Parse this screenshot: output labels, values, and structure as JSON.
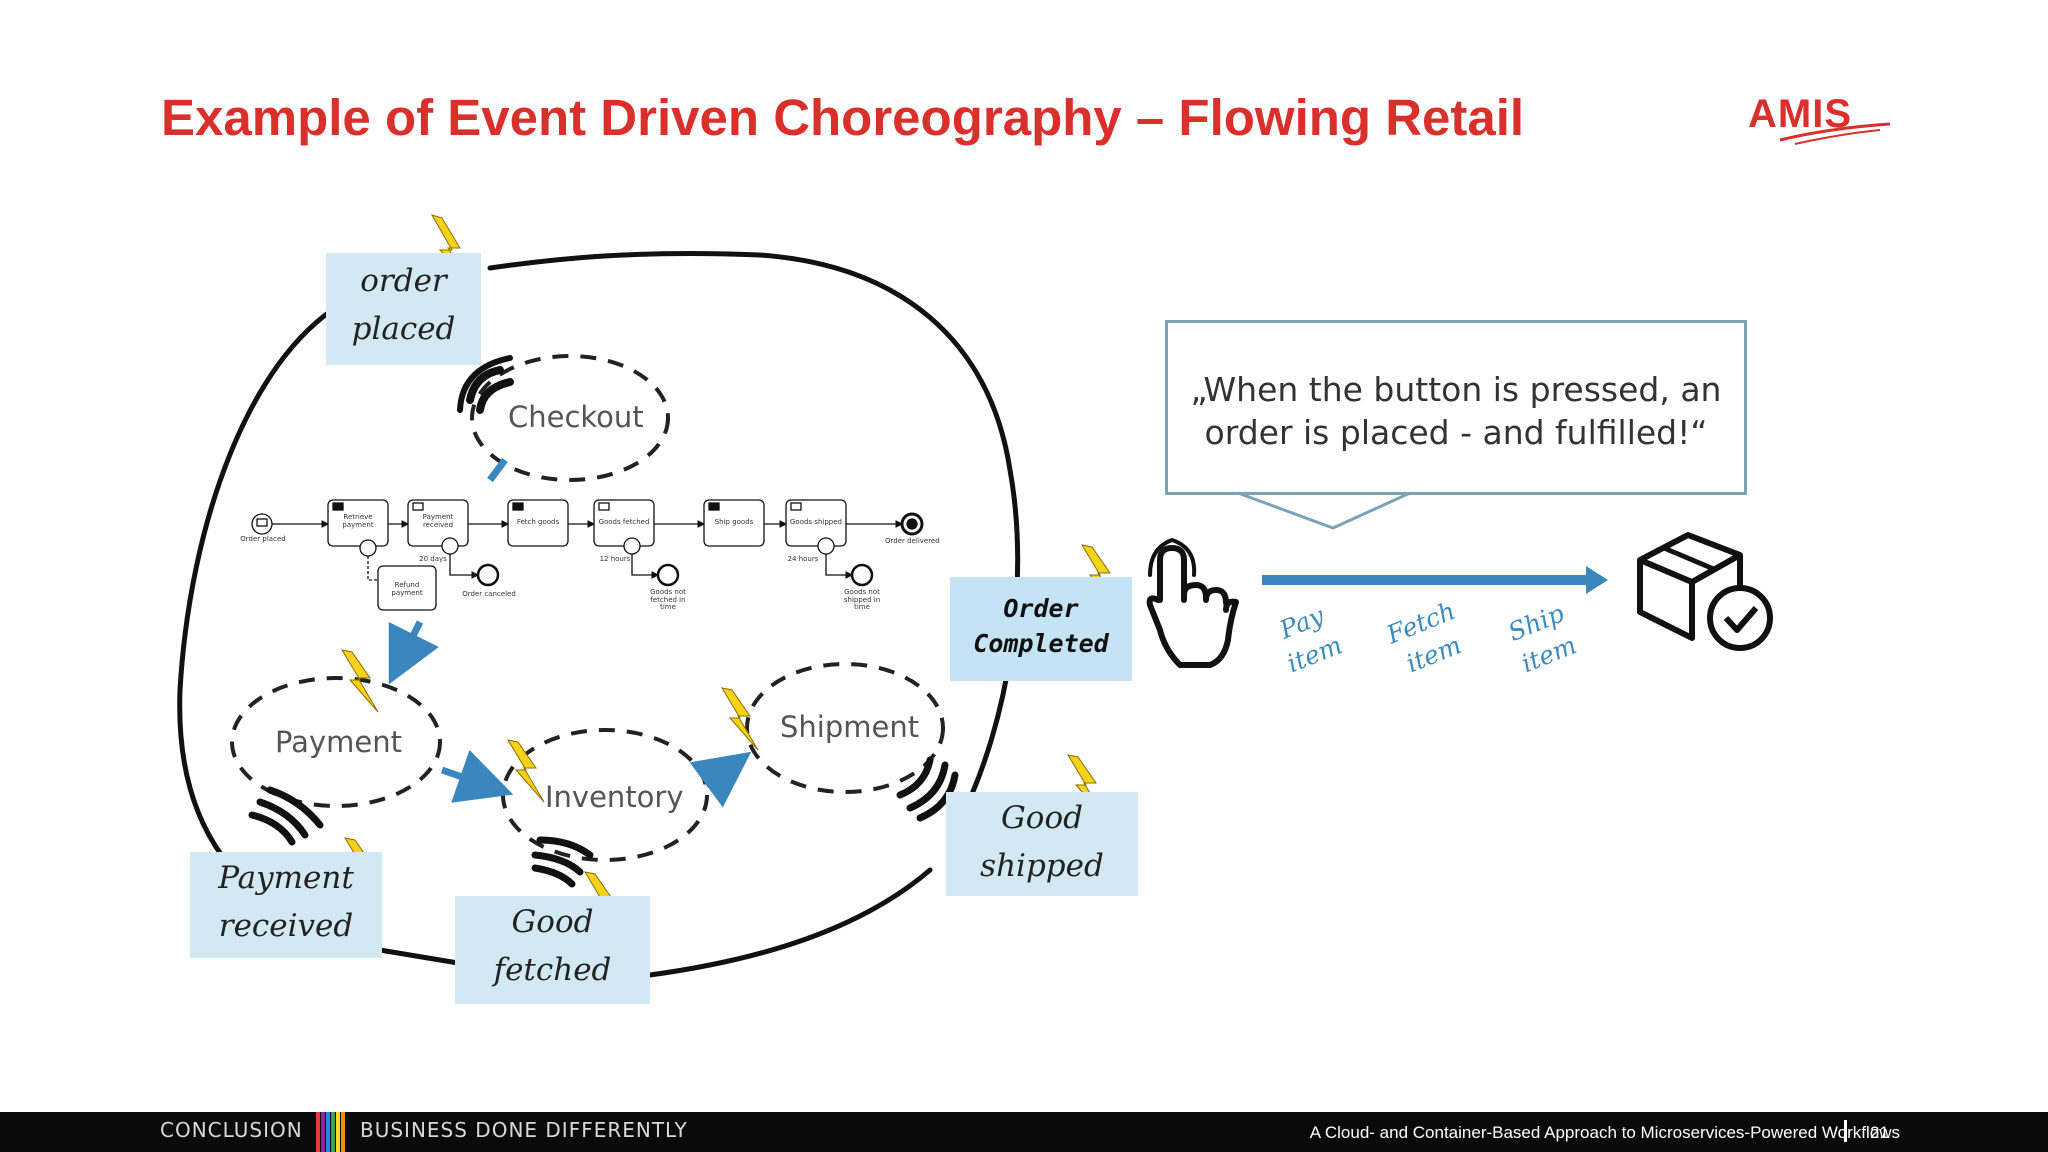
{
  "slide": {
    "title": "Example of Event Driven Choreography – Flowing Retail",
    "logo_text": "AMIS",
    "accent_color": "#d9302c"
  },
  "events": {
    "order_placed": [
      "order",
      "placed"
    ],
    "payment_received": [
      "Payment",
      "received"
    ],
    "good_fetched": [
      "Good",
      "fetched"
    ],
    "good_shipped": [
      "Good",
      "shipped"
    ],
    "order_completed": [
      "Order",
      "Completed"
    ]
  },
  "services": {
    "checkout": "Checkout",
    "payment": "Payment",
    "inventory": "Inventory",
    "shipment": "Shipment"
  },
  "bpmn": {
    "start_event": "Order placed",
    "tasks": [
      "Retrieve payment",
      "Payment received",
      "Fetch goods",
      "Goods fetched",
      "Ship goods",
      "Goods shipped"
    ],
    "end_event": "Order delivered",
    "refund_task": "Refund payment",
    "timer_payment": "20 days",
    "timer_fetch": "12 hours",
    "timer_ship": "24 hours",
    "order_canceled": "Order canceled",
    "not_fetched": "Goods not fetched in time",
    "not_shipped": "Goods not shipped in time"
  },
  "quote": {
    "line1": "„When the button is pressed, an",
    "line2": "order is placed - and fulfilled!“"
  },
  "steps": {
    "pay": [
      "Pay",
      "item"
    ],
    "fetch": [
      "Fetch",
      "item"
    ],
    "ship": [
      "Ship",
      "item"
    ]
  },
  "footer": {
    "left": "CONCLUSION",
    "left2": "BUSINESS DONE DIFFERENTLY",
    "right": "A Cloud- and Container-Based Approach to Microservices-Powered Workflows",
    "page": "21"
  }
}
